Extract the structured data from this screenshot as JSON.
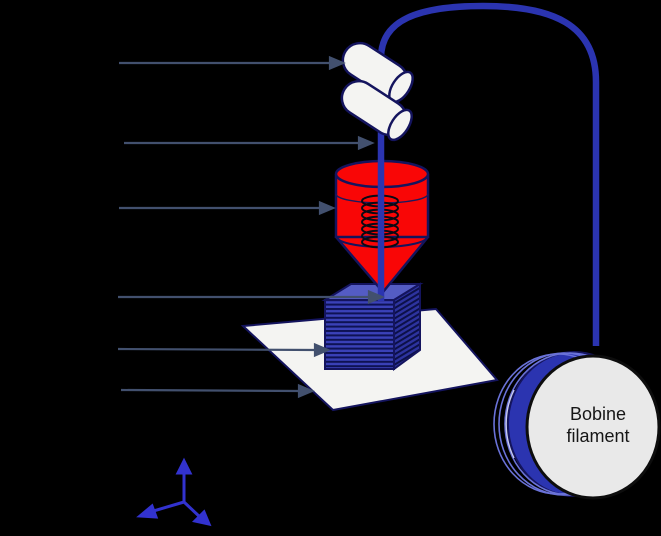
{
  "diagram": {
    "type": "fdm-3d-printing-schematic",
    "spool": {
      "label_line1": "Bobine",
      "label_line2": "filament"
    },
    "colors": {
      "background": "#000000",
      "filament_blue": "#2b34b0",
      "extruder_red": "#f90606",
      "outline_navy": "#14145e",
      "label_arrow_slate": "#42506e",
      "axis_triad_blue": "#3232cf",
      "bed_white": "#f4f4f2",
      "roller_white": "#f4f4f2",
      "spool_face_gray": "#e9e9e9",
      "spool_rim_blue": "#2b34b0",
      "cube_top_blue": "#545cc4",
      "cube_layer_dark": "#0e1254",
      "cube_layer_mid": "#3a41b8",
      "heater_coil_black": "#0a0a14",
      "spool_text_black": "#161616"
    },
    "label_arrow_count": 6
  }
}
